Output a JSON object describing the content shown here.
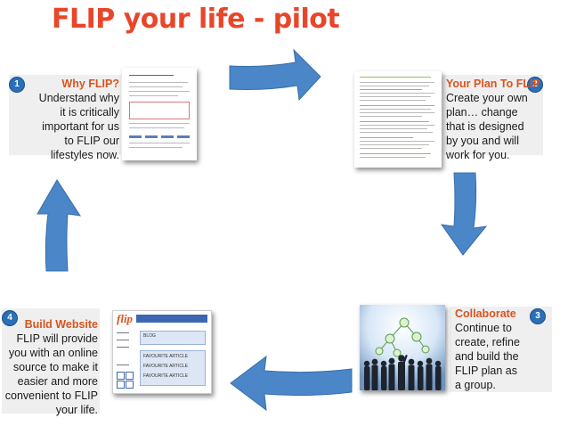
{
  "title": "FLIP your life - pilot",
  "steps": [
    {
      "number": "1",
      "heading": "Why FLIP?",
      "body": "Understand why it is critically important for us to FLIP our lifestyles now."
    },
    {
      "number": "2",
      "heading": "Your Plan To FLIP",
      "body": "Create your own plan… change that is designed by you and will work for you."
    },
    {
      "number": "3",
      "heading": "Collaborate",
      "body": "Continue to create, refine and build the FLIP plan as a group."
    },
    {
      "number": "4",
      "heading": "Build Website",
      "body": "FLIP will provide you with an online source to make it easier and more convenient to FLIP your life."
    }
  ],
  "colors": {
    "title": "#e8462a",
    "heading": "#d9541f",
    "arrow": "#4a86c8",
    "badge": "#2a6fb8"
  },
  "website_thumb": {
    "logo": "flip",
    "fields": [
      "BLOG",
      "FAVOURITE ARTICLE",
      "FAVOURITE ARTICLE",
      "FAVOURITE ARTICLE"
    ]
  }
}
